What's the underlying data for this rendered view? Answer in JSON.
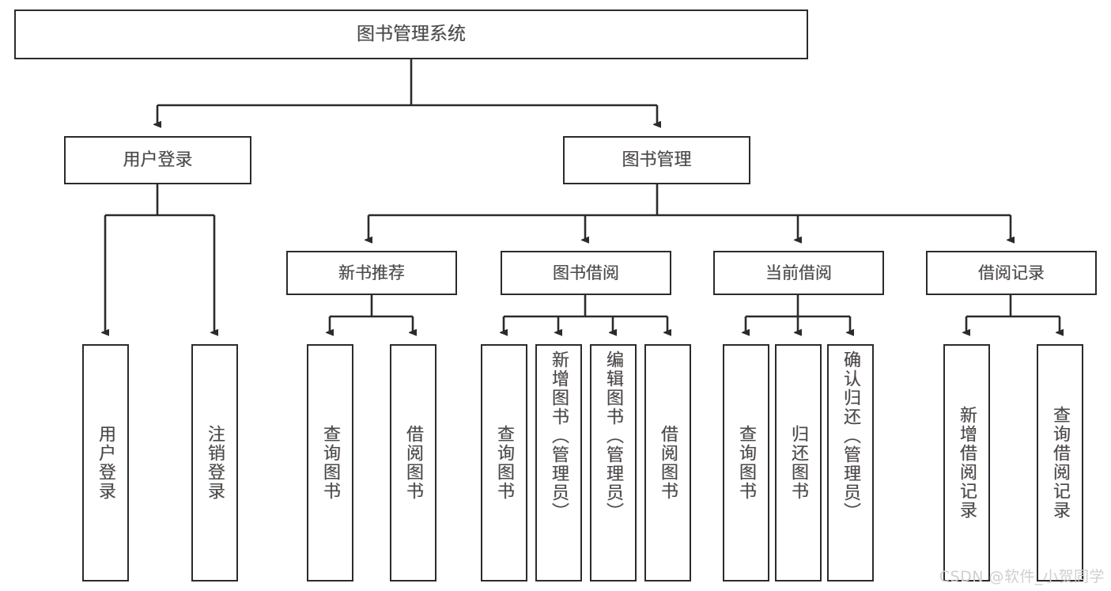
{
  "diagram": {
    "title": "图书管理系统",
    "watermark": "CSDN @软件_小贺同学",
    "colors": {
      "box_border": "#2b2b2b",
      "edge": "#2b2b2b",
      "text": "#4a4a4a",
      "background": "#ffffff",
      "watermark": "#cfcfcf"
    },
    "nodes": {
      "root": {
        "label": "图书管理系统"
      },
      "level2": [
        {
          "id": "user-login",
          "label": "用户登录"
        },
        {
          "id": "book-management",
          "label": "图书管理"
        }
      ],
      "level3": [
        {
          "id": "new-book-recommend",
          "label": "新书推荐"
        },
        {
          "id": "book-borrow",
          "label": "图书借阅"
        },
        {
          "id": "current-borrow",
          "label": "当前借阅"
        },
        {
          "id": "borrow-record",
          "label": "借阅记录"
        }
      ],
      "leaves": {
        "user_login": [
          {
            "id": "leaf-user-login",
            "label": "用户登录"
          },
          {
            "id": "leaf-logout",
            "label": "注销登录"
          }
        ],
        "new_book_recommend": [
          {
            "id": "leaf-query-book-1",
            "label": "查询图书"
          },
          {
            "id": "leaf-borrow-book-1",
            "label": "借阅图书"
          }
        ],
        "book_borrow": [
          {
            "id": "leaf-query-book-2",
            "label": "查询图书"
          },
          {
            "id": "leaf-add-book",
            "label": "新增图书（管理员）"
          },
          {
            "id": "leaf-edit-book",
            "label": "编辑图书（管理员）"
          },
          {
            "id": "leaf-borrow-book-2",
            "label": "借阅图书"
          }
        ],
        "current_borrow": [
          {
            "id": "leaf-query-book-3",
            "label": "查询图书"
          },
          {
            "id": "leaf-return-book",
            "label": "归还图书"
          },
          {
            "id": "leaf-confirm-return",
            "label": "确认归还（管理员）"
          }
        ],
        "borrow_record": [
          {
            "id": "leaf-add-record",
            "label": "新增借阅记录"
          },
          {
            "id": "leaf-query-record",
            "label": "查询借阅记录"
          }
        ]
      }
    }
  }
}
